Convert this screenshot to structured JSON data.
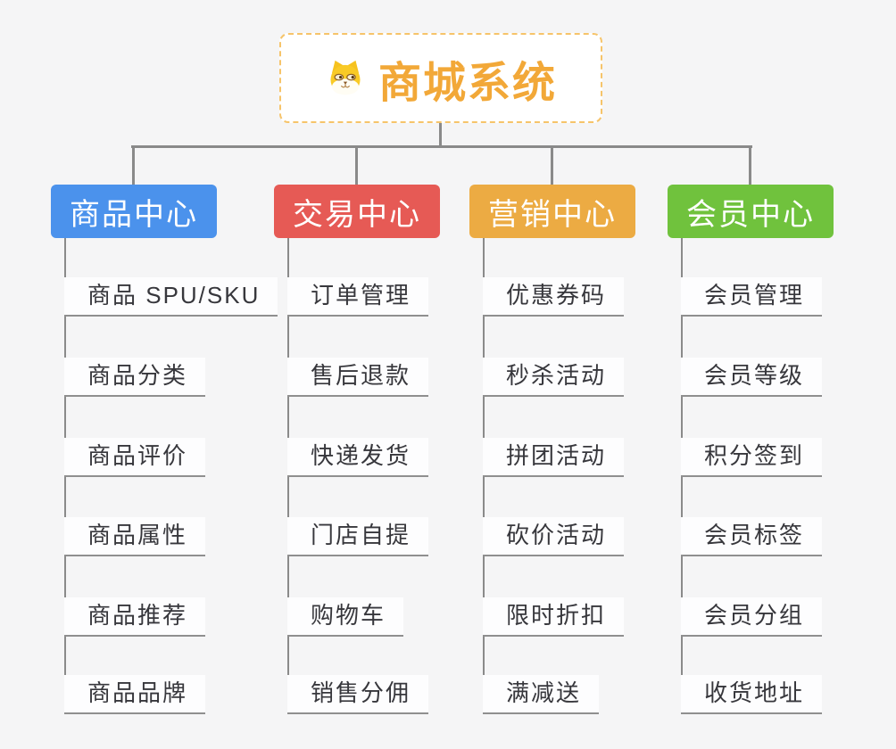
{
  "root": {
    "title": "商城系统",
    "icon": "shiba-dog-icon",
    "text_color": "#f2a838",
    "border_color": "#f6c46a"
  },
  "colors": {
    "connector": "#8a8a8a",
    "underline": "#8f8f8f"
  },
  "branches": [
    {
      "label": "商品中心",
      "color": "#4b92ec",
      "items": [
        "商品 SPU/SKU",
        "商品分类",
        "商品评价",
        "商品属性",
        "商品推荐",
        "商品品牌"
      ]
    },
    {
      "label": "交易中心",
      "color": "#e65a55",
      "items": [
        "订单管理",
        "售后退款",
        "快递发货",
        "门店自提",
        "购物车",
        "销售分佣"
      ]
    },
    {
      "label": "营销中心",
      "color": "#ecab43",
      "items": [
        "优惠券码",
        "秒杀活动",
        "拼团活动",
        "砍价活动",
        "限时折扣",
        "满减送"
      ]
    },
    {
      "label": "会员中心",
      "color": "#70c23d",
      "items": [
        "会员管理",
        "会员等级",
        "积分签到",
        "会员标签",
        "会员分组",
        "收货地址"
      ]
    }
  ]
}
